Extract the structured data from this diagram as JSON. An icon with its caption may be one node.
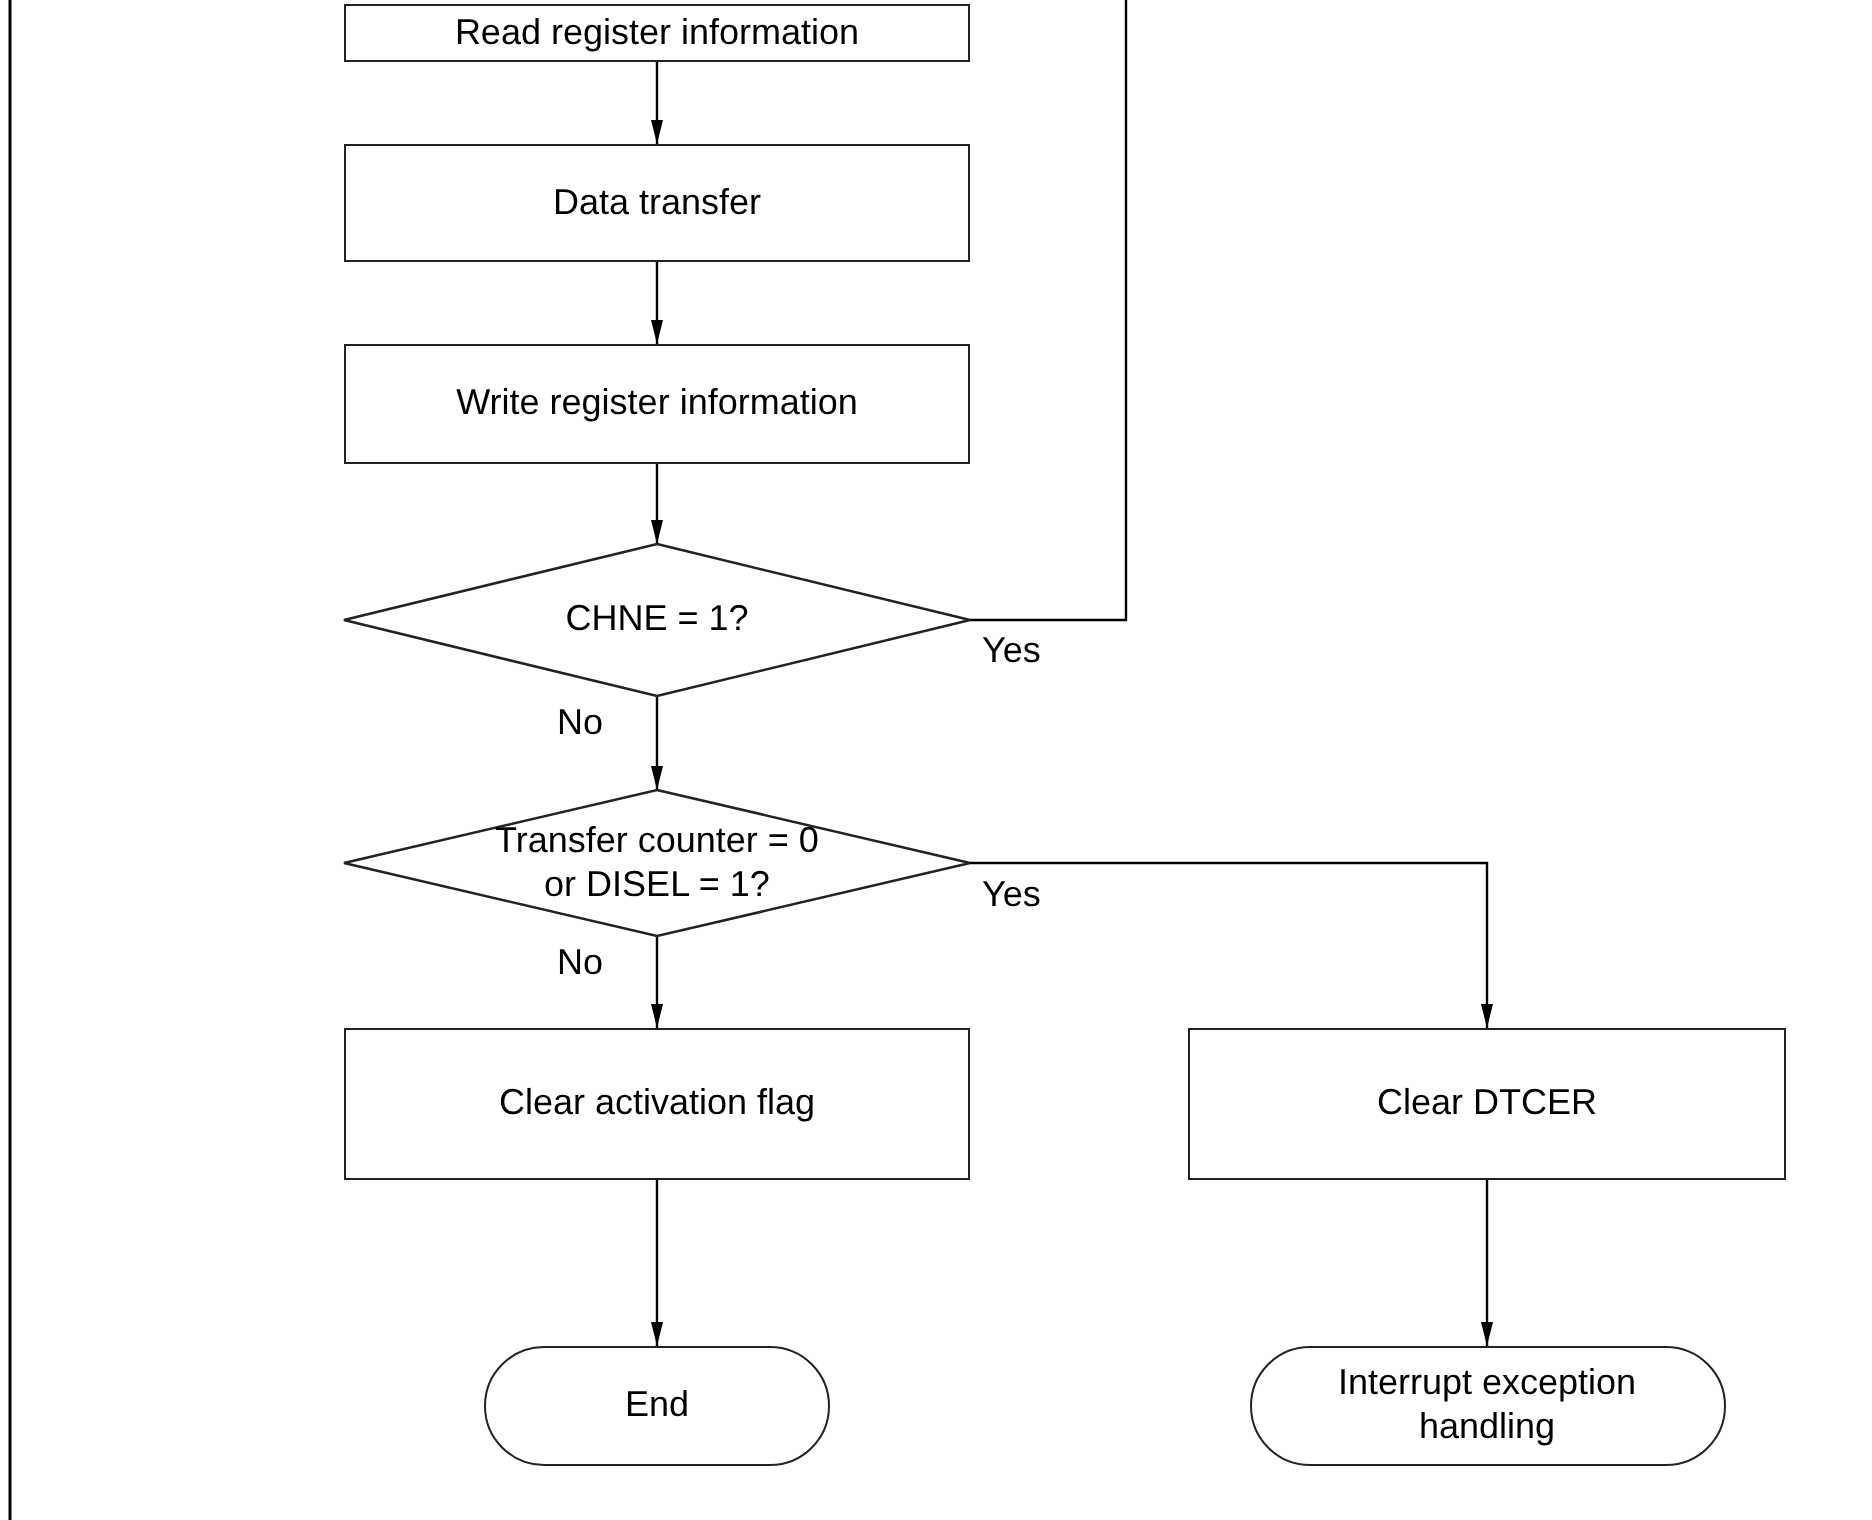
{
  "diagram": {
    "nodes": [
      {
        "text": [
          "Read register information"
        ]
      },
      {
        "text": [
          "Data transfer"
        ]
      },
      {
        "text": [
          "Write register information"
        ]
      },
      {
        "text": [
          "CHNE = 1?"
        ]
      },
      {
        "text": [
          "Transfer counter = 0 or DISEL = 1?"
        ]
      },
      {
        "text": [
          "Clear activation flag"
        ]
      },
      {
        "text": [
          "Clear DTCER"
        ]
      },
      {
        "text": [
          "End"
        ]
      },
      {
        "text": [
          "Interrupt exception handling"
        ]
      }
    ],
    "edges": [
      {
        "from": 0,
        "to": 1,
        "arrow": "to"
      },
      {
        "from": 1,
        "to": 2,
        "arrow": "to"
      },
      {
        "from": 2,
        "to": 3,
        "arrow": "to"
      },
      {
        "from": 3,
        "to": null,
        "arrow": "none",
        "label": "Yes"
      },
      {
        "from": 3,
        "to": 4,
        "arrow": "to",
        "label": "No"
      },
      {
        "from": 4,
        "to": 6,
        "arrow": "to",
        "label": "Yes"
      },
      {
        "from": 4,
        "to": 5,
        "arrow": "to",
        "label": "No"
      },
      {
        "from": 5,
        "to": 7,
        "arrow": "to"
      },
      {
        "from": 6,
        "to": 8,
        "arrow": "to"
      }
    ]
  }
}
